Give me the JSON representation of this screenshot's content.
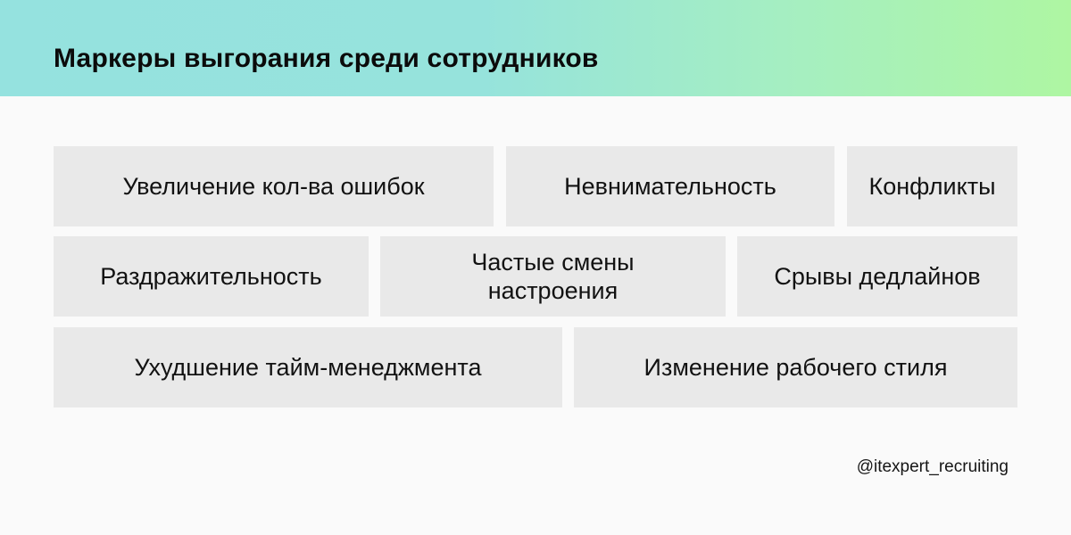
{
  "header": {
    "title": "Маркеры выгорания среди сотрудников",
    "gradient_start": "#95e2df",
    "gradient_end": "#aef6a2"
  },
  "markers": {
    "row1": [
      {
        "label": "Увеличение кол-ва ошибок"
      },
      {
        "label": "Невнимательность"
      },
      {
        "label": "Конфликты"
      }
    ],
    "row2": [
      {
        "label": "Раздражительность"
      },
      {
        "label": "Частые смены настроения"
      },
      {
        "label": "Срывы дедлайнов"
      }
    ],
    "row3": [
      {
        "label": "Ухудшение тайм-менеджмента"
      },
      {
        "label": "Изменение рабочего стиля"
      }
    ]
  },
  "footer": {
    "handle": "@itexpert_recruiting"
  },
  "colors": {
    "background": "#fafafa",
    "box": "#e9e9e9",
    "text": "#111111"
  }
}
